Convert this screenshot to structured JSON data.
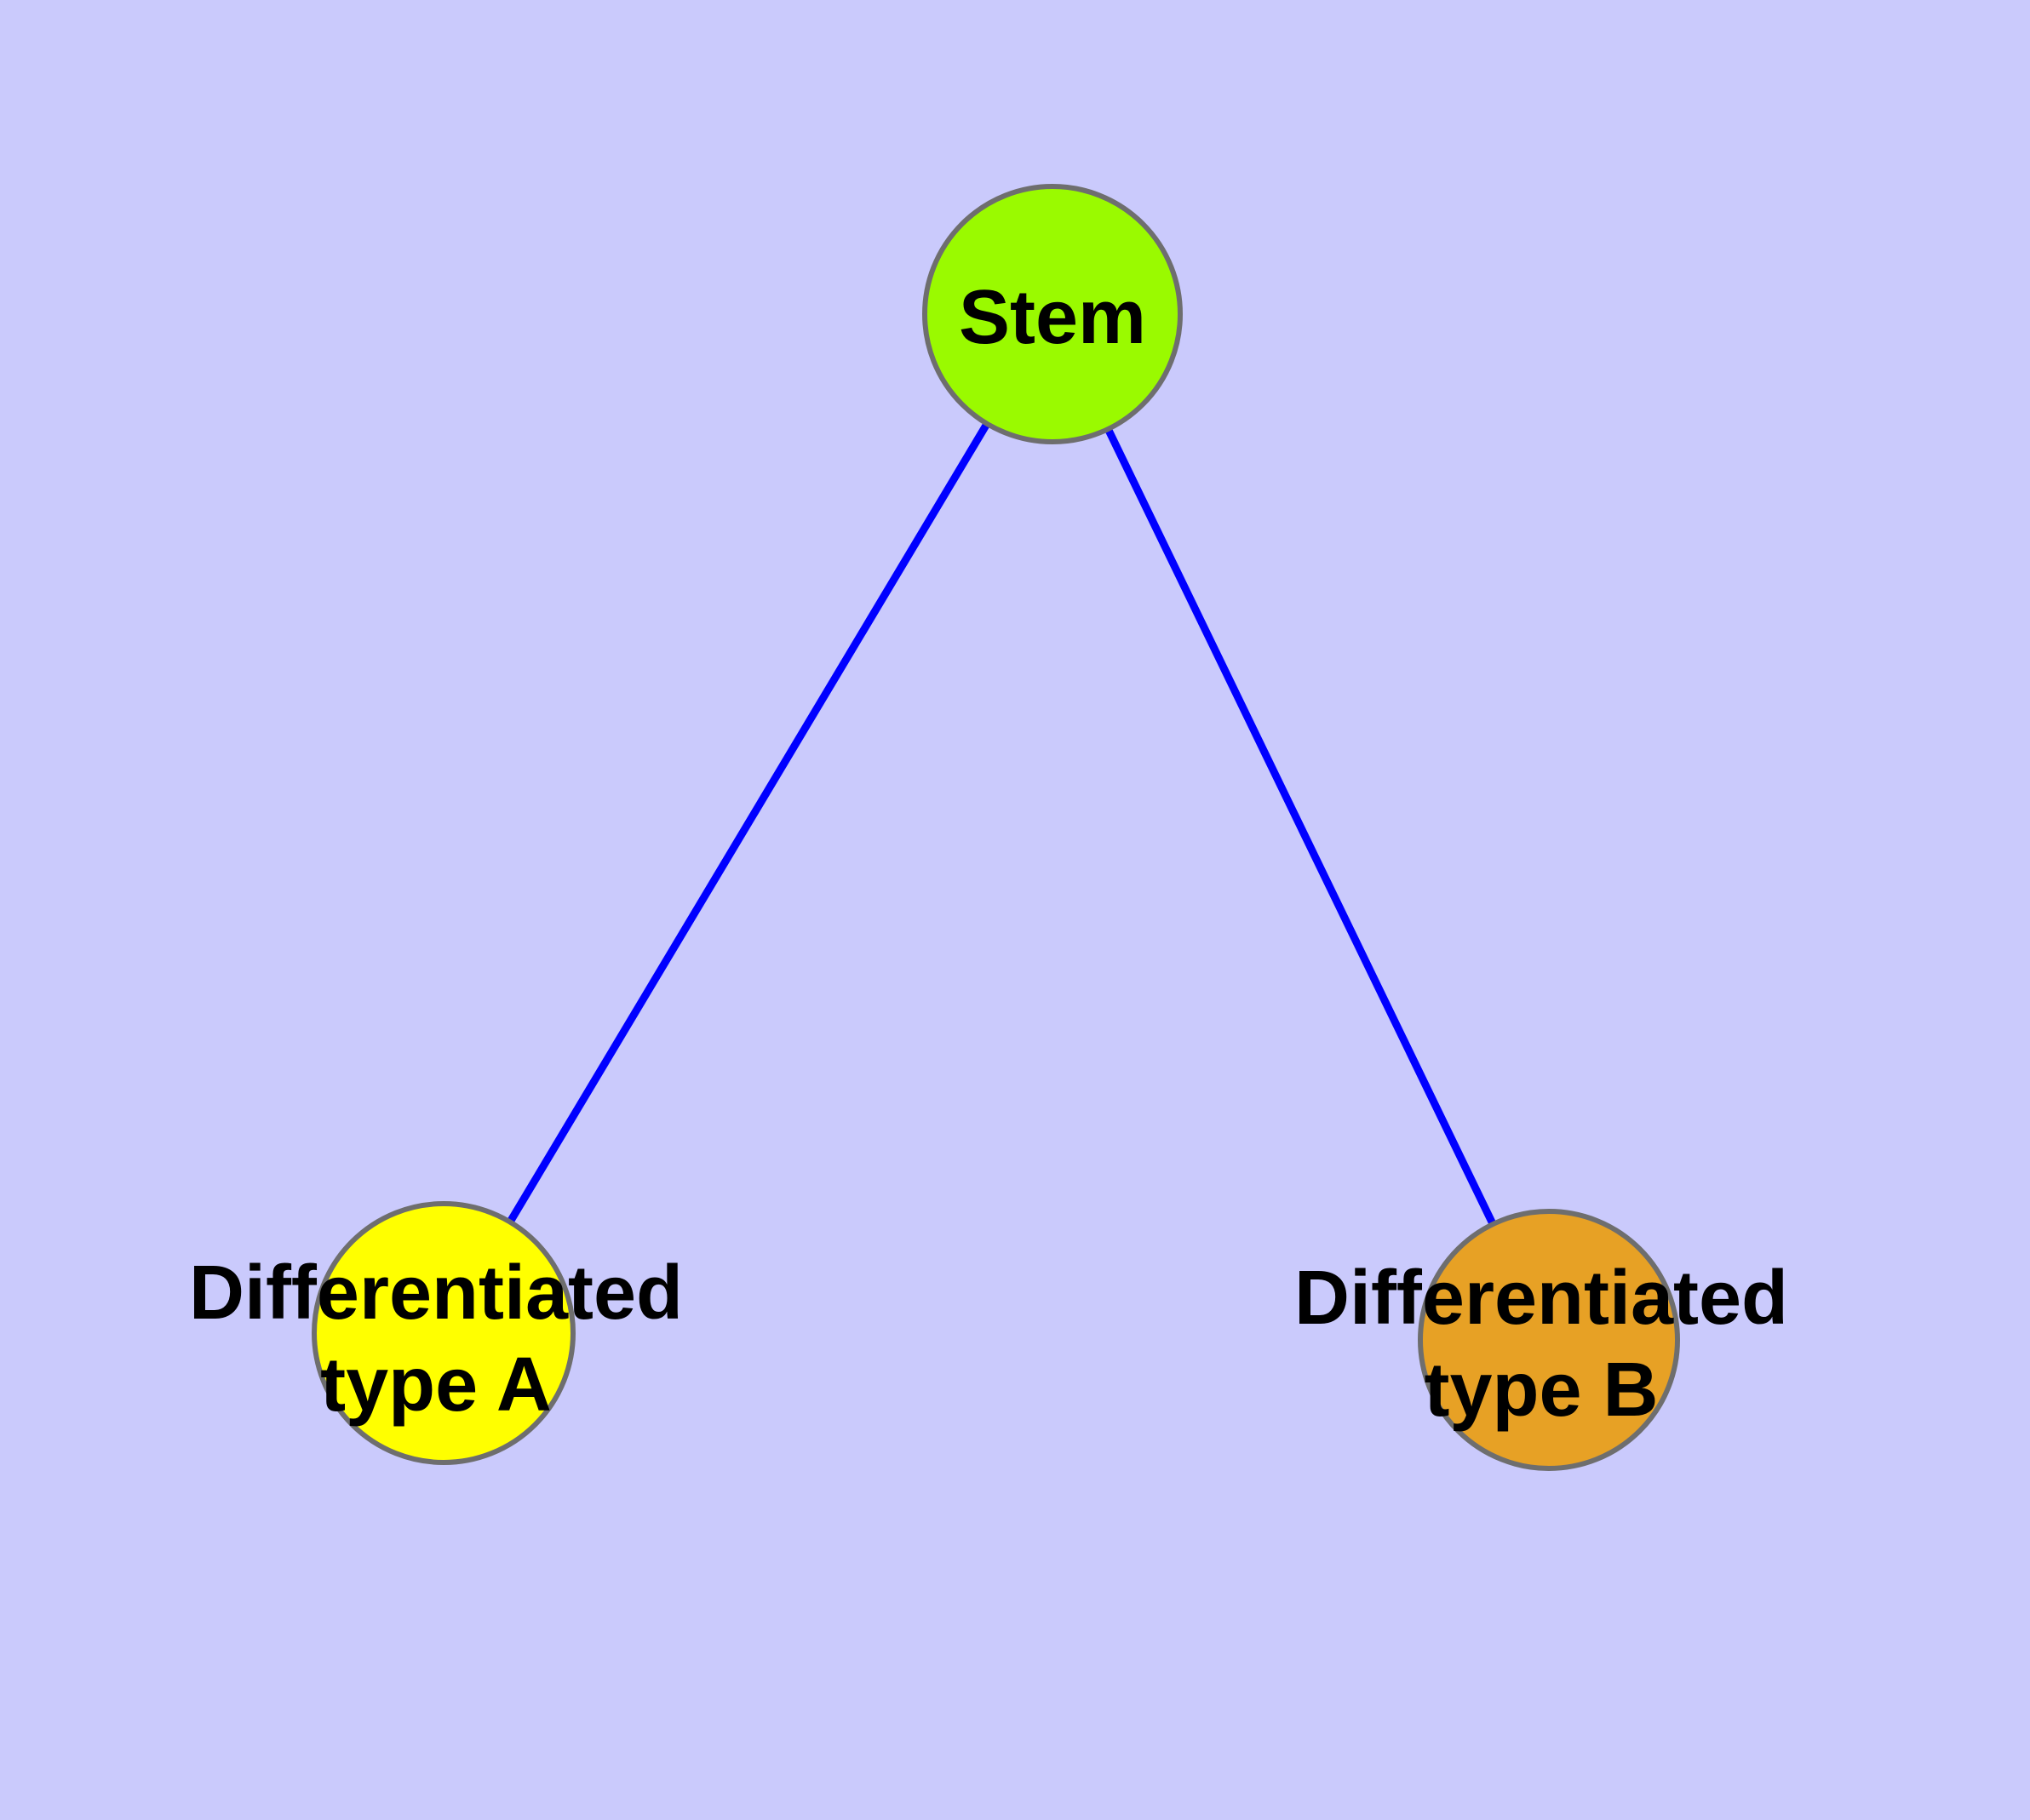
{
  "diagram": {
    "type": "graph",
    "background_color": "#CACAFC",
    "edge_color": "#0000FF",
    "node_border_color": "#6E6E6E",
    "label_color": "#000000",
    "nodes": [
      {
        "id": "stem",
        "label": "Stem",
        "lines": [
          "Stem"
        ],
        "color": "#9AFA00"
      },
      {
        "id": "differentiated-type-a",
        "label": "Differentiated type A",
        "lines": [
          "Differentiated",
          "type A"
        ],
        "color": "#FFFF00"
      },
      {
        "id": "differentiated-type-b",
        "label": "Differentiated type B",
        "lines": [
          "Differentiated",
          "type B"
        ],
        "color": "#E7A125"
      }
    ],
    "edges": [
      {
        "from": "Stem",
        "to": "Differentiated type A"
      },
      {
        "from": "Stem",
        "to": "Differentiated type B"
      }
    ]
  }
}
